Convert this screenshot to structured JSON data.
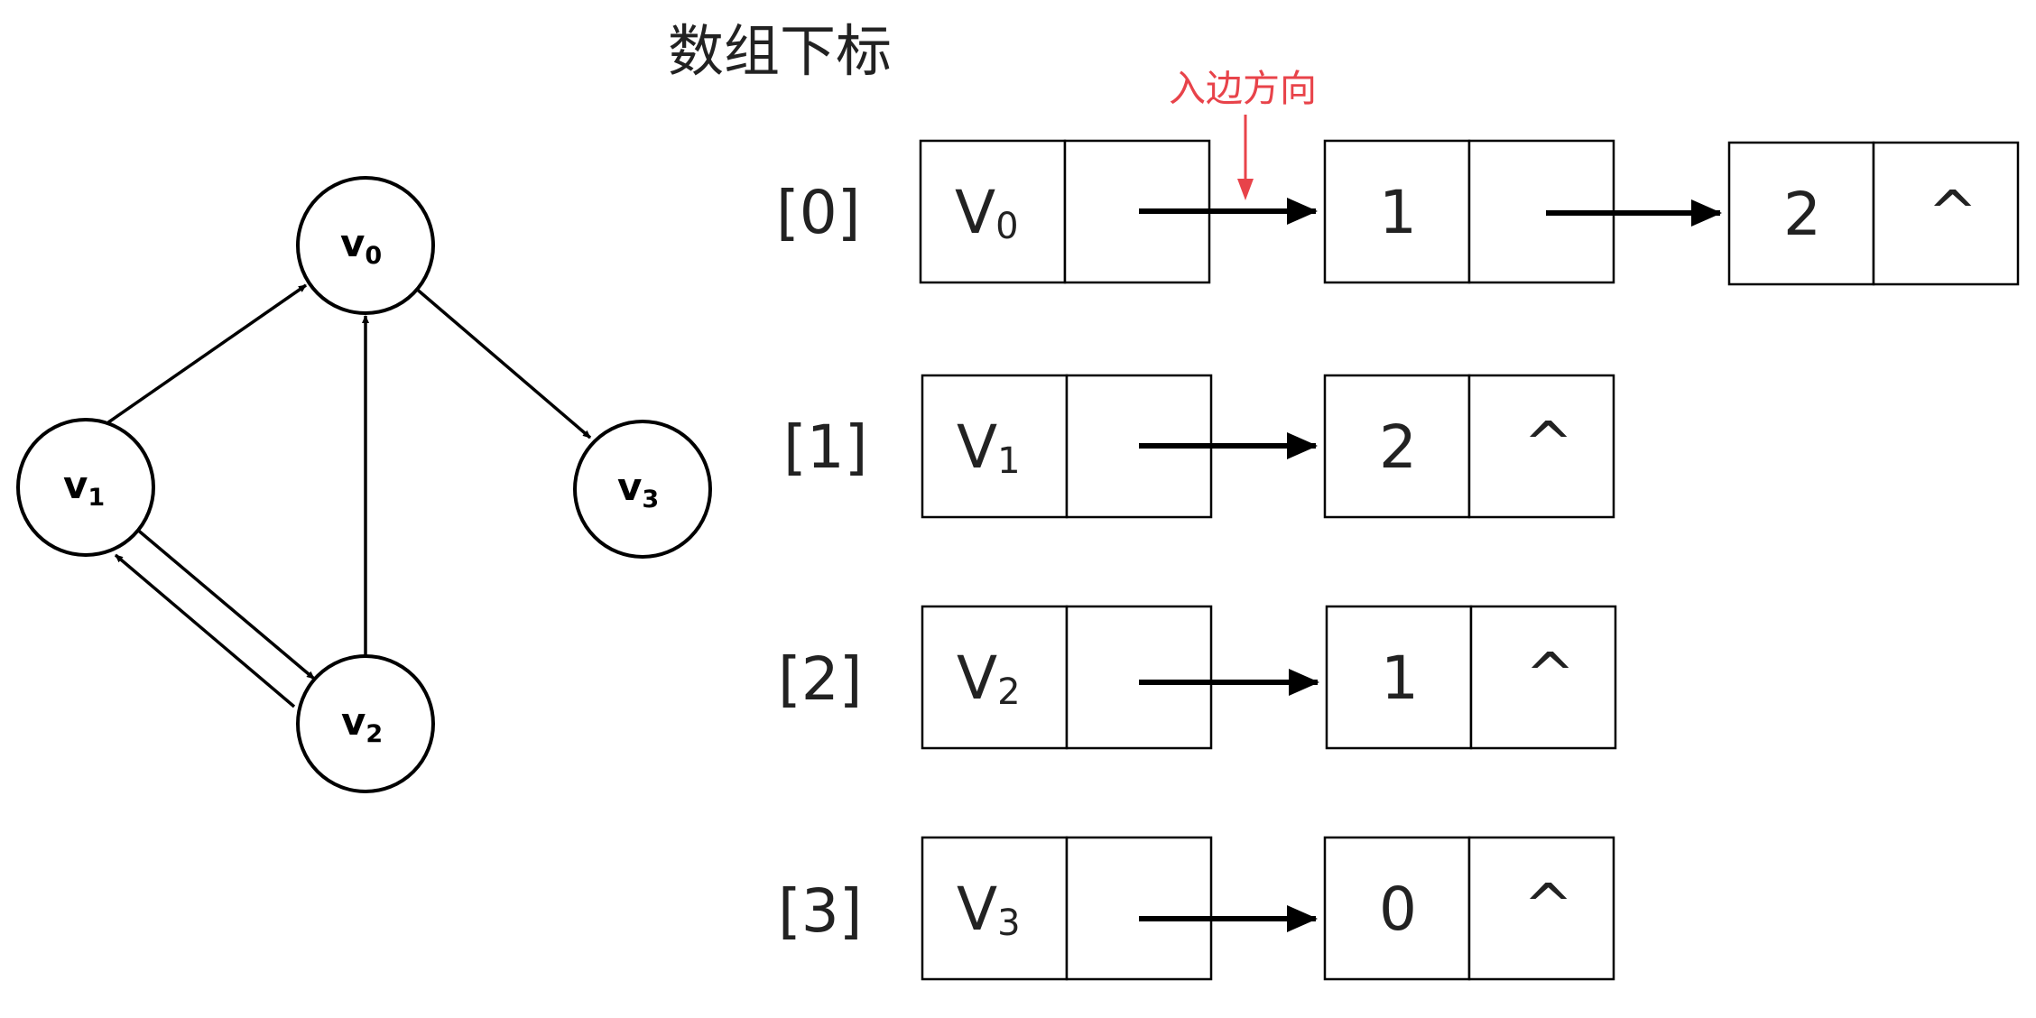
{
  "title": "数组下标",
  "annotation": {
    "label": "入边方向",
    "color": "#e8434a"
  },
  "graph": {
    "nodes": [
      {
        "id": "v0",
        "main": "v",
        "sub": "0"
      },
      {
        "id": "v1",
        "main": "v",
        "sub": "1"
      },
      {
        "id": "v2",
        "main": "v",
        "sub": "2"
      },
      {
        "id": "v3",
        "main": "v",
        "sub": "3"
      }
    ],
    "edges": [
      {
        "from": "v1",
        "to": "v0"
      },
      {
        "from": "v2",
        "to": "v0"
      },
      {
        "from": "v0",
        "to": "v3"
      },
      {
        "from": "v1",
        "to": "v2"
      },
      {
        "from": "v2",
        "to": "v1"
      }
    ]
  },
  "table": {
    "rows": [
      {
        "index": "[0]",
        "vertex_main": "V",
        "vertex_sub": "0",
        "list": [
          {
            "value": "1",
            "next": ""
          },
          {
            "value": "2",
            "next": "^"
          }
        ]
      },
      {
        "index": "[1]",
        "vertex_main": "V",
        "vertex_sub": "1",
        "list": [
          {
            "value": "2",
            "next": "^"
          }
        ]
      },
      {
        "index": "[2]",
        "vertex_main": "V",
        "vertex_sub": "2",
        "list": [
          {
            "value": "1",
            "next": "^"
          }
        ]
      },
      {
        "index": "[3]",
        "vertex_main": "V",
        "vertex_sub": "3",
        "list": [
          {
            "value": "0",
            "next": "^"
          }
        ]
      }
    ]
  }
}
